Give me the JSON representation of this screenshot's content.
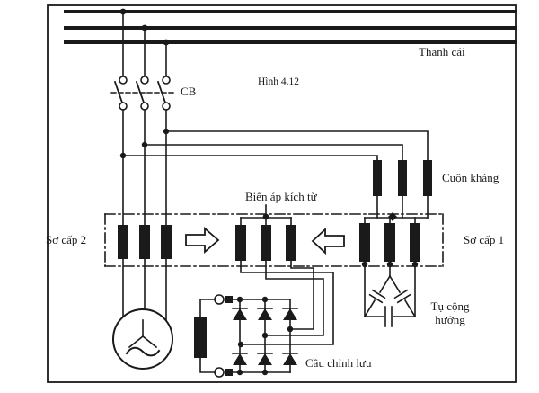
{
  "figure": {
    "caption": "Hình 4.12",
    "ink_color": "#1a1a1a",
    "background_color": "#ffffff",
    "labels": {
      "busbar": "Thanh cái",
      "circuit_breaker": "CB",
      "reactor": "Cuộn kháng",
      "excitation_transformer": "Biến áp kích từ",
      "primary_2": "Sơ cấp 2",
      "primary_1": "Sơ cấp 1",
      "resonance_capacitor_line1": "Tụ cộng",
      "resonance_capacitor_line2": "hưởng",
      "rectifier_bridge": "Cầu chỉnh lưu"
    }
  }
}
